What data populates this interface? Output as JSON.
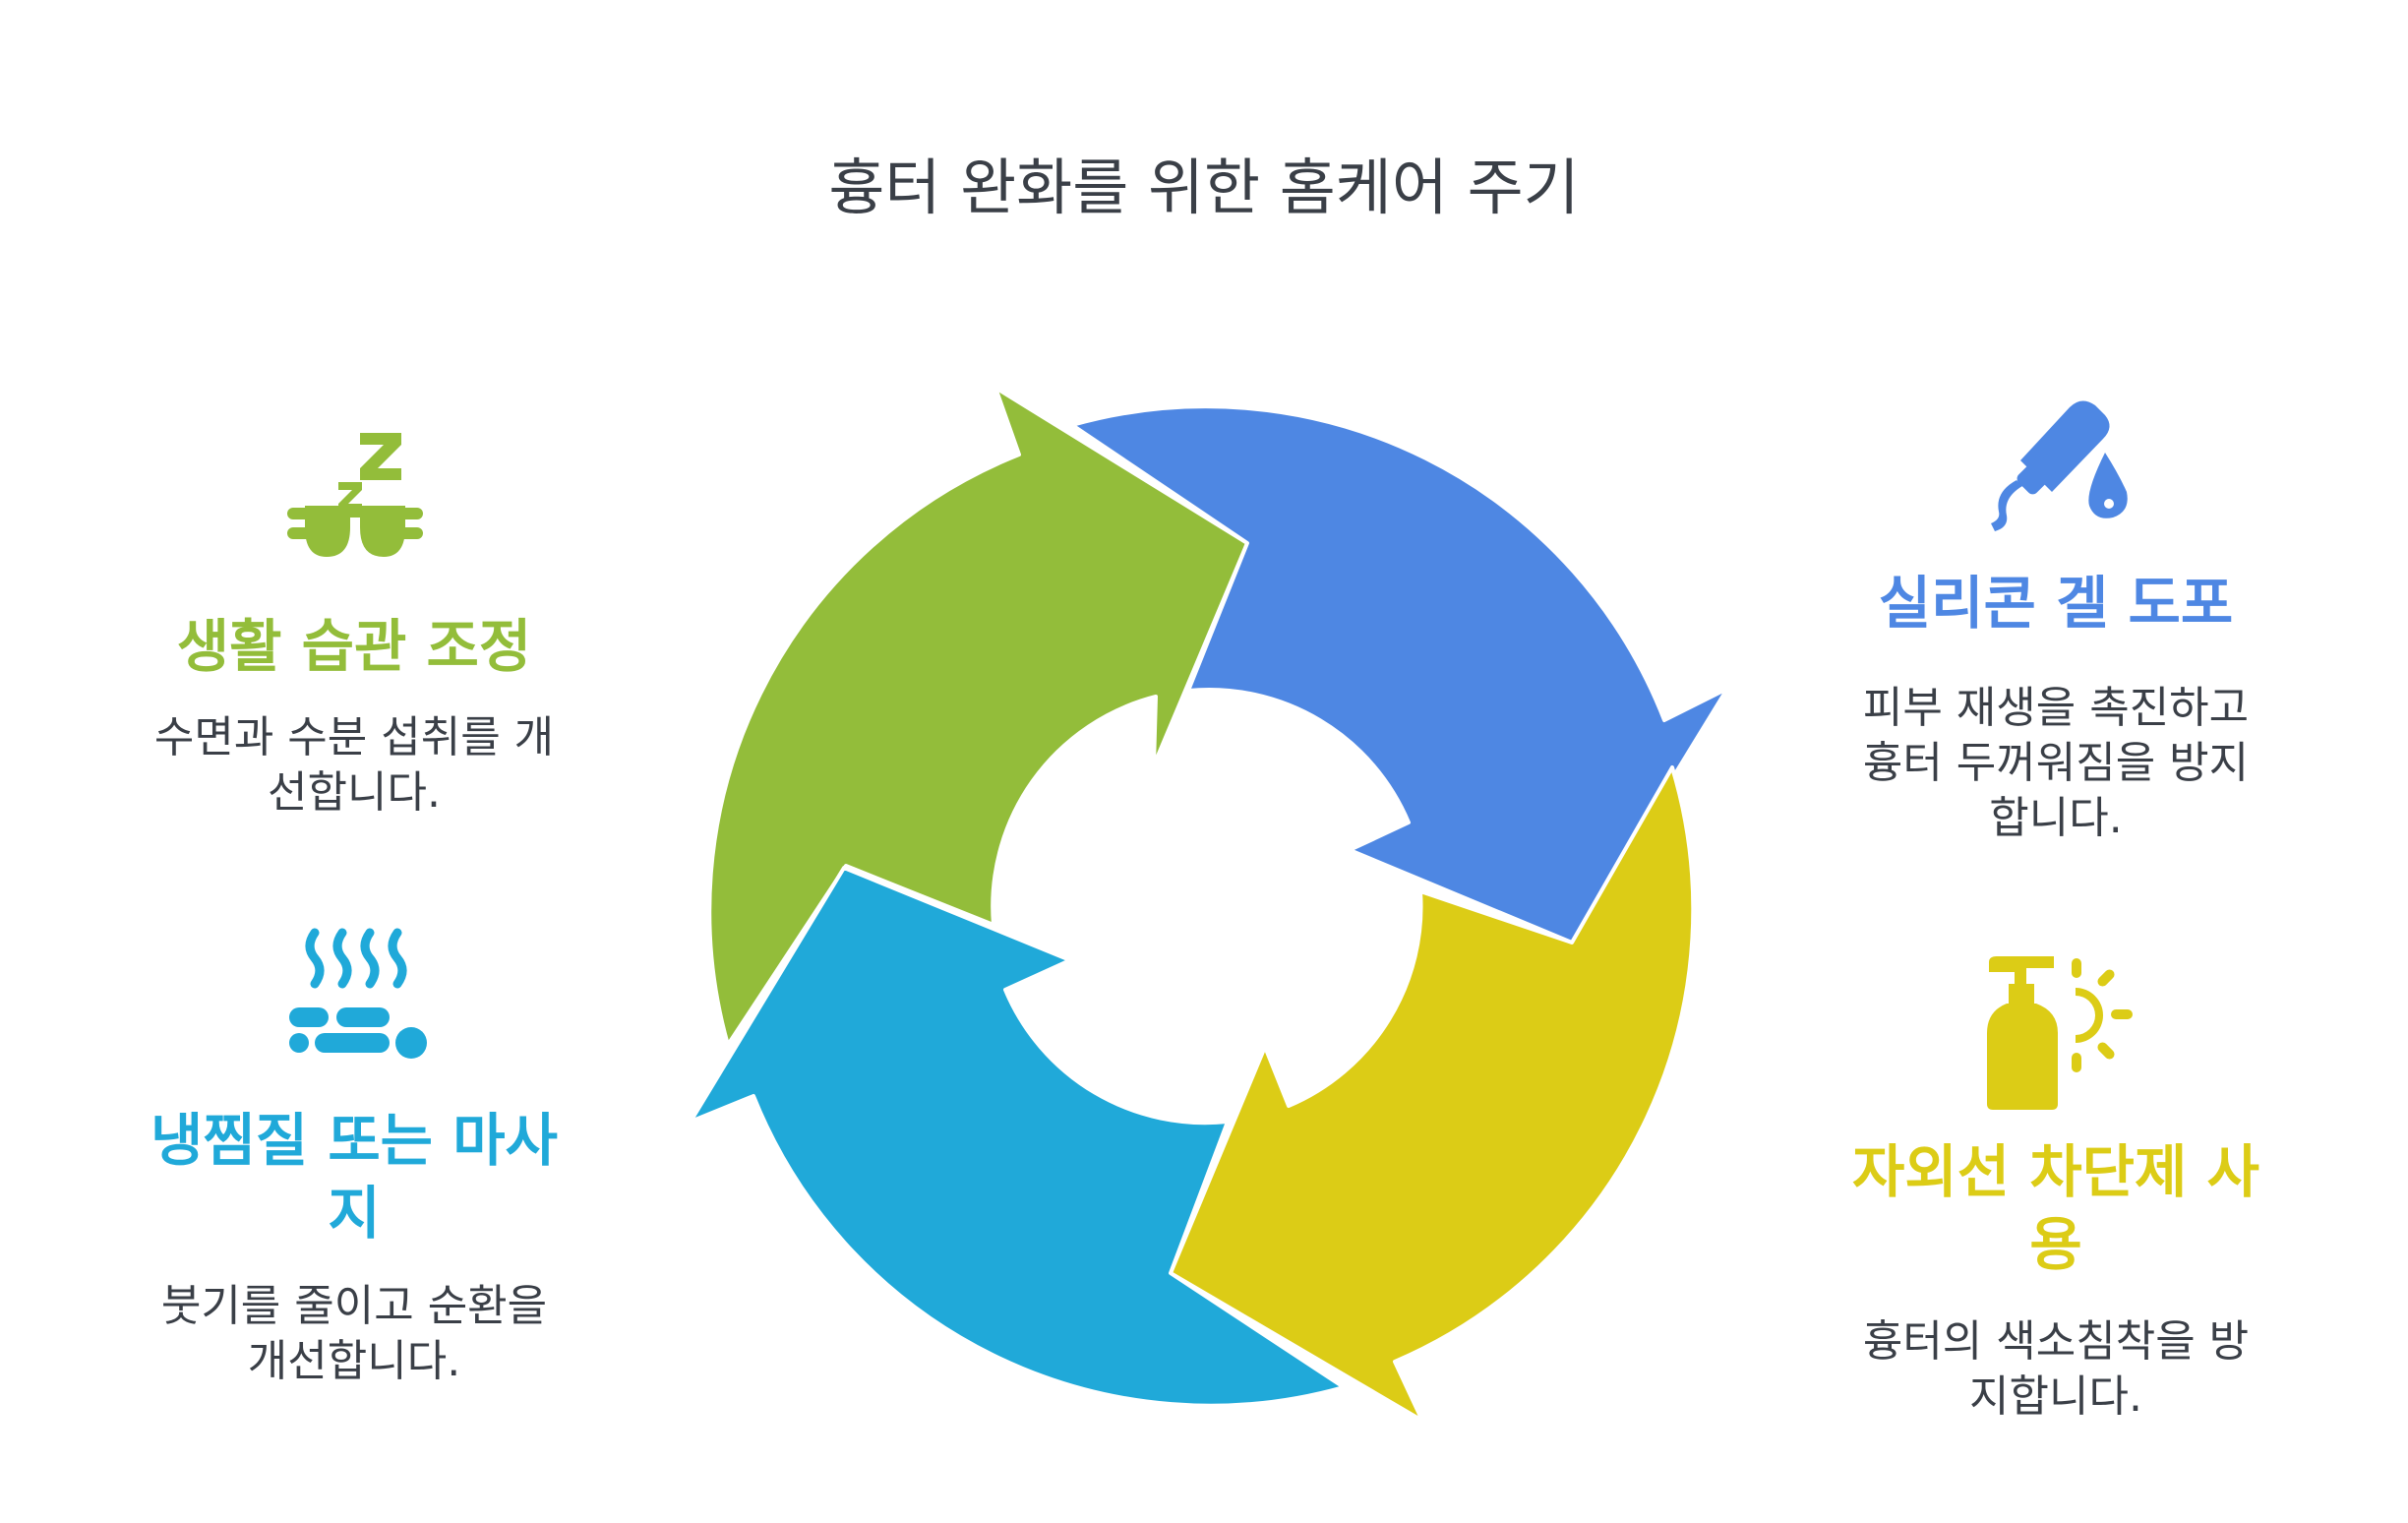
{
  "title": "흉터 완화를 위한 홈케어 주기",
  "colors": {
    "green": "#93BD3A",
    "blue": "#4E87E3",
    "yellow": "#DCCC16",
    "cyan": "#20A9D9",
    "text": "#3A3F47"
  },
  "items": {
    "lifestyle": {
      "icon": "sleep-mask-icon",
      "heading": "생활 습관 조정",
      "desc_lines": [
        "수면과 수분 섭취를 개",
        "선합니다."
      ]
    },
    "silicone": {
      "icon": "silicone-gel-tube-drop-icon",
      "heading": "실리콘 겔 도포",
      "desc_lines": [
        "피부 재생을 촉진하고",
        "흉터 두꺼워짐을 방지",
        "합니다."
      ]
    },
    "compress": {
      "icon": "steam-compress-icon",
      "heading_lines": [
        "냉찜질 또는 마사",
        "지"
      ],
      "desc_lines": [
        "붓기를 줄이고 순환을",
        "개선합니다."
      ]
    },
    "sunscreen": {
      "icon": "sunscreen-bottle-sun-icon",
      "heading_lines": [
        "자외선 차단제 사",
        "용"
      ],
      "desc_lines": [
        "흉터의 색소침착을 방",
        "지합니다."
      ]
    }
  }
}
